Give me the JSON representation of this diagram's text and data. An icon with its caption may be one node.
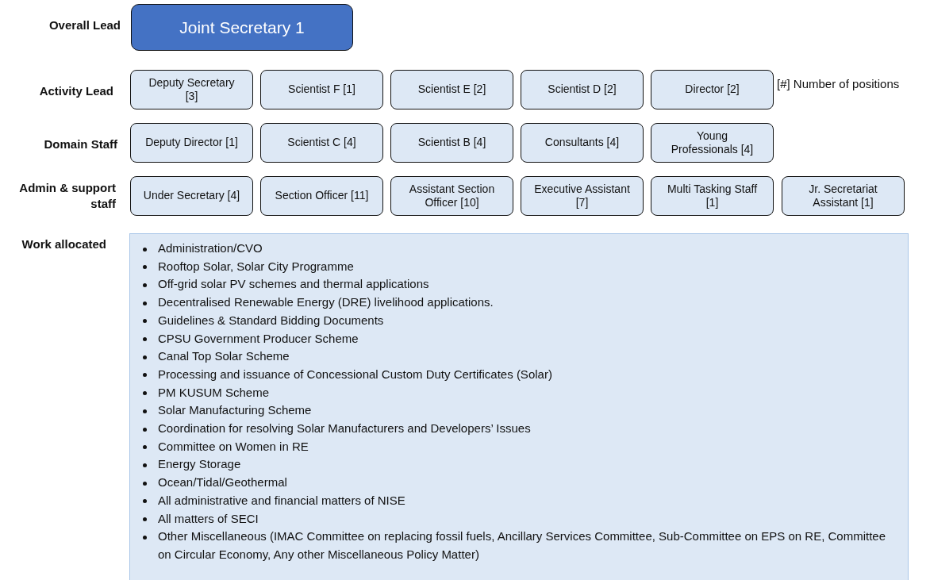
{
  "diagram": {
    "nodes": [
      {
        "text": [
          "Joint Secretary 1"
        ]
      },
      {
        "text": [
          "Deputy Secretary [3]"
        ]
      },
      {
        "text": [
          "Scientist F [1]"
        ]
      },
      {
        "text": [
          "Scientist E [2]"
        ]
      },
      {
        "text": [
          "Scientist D [2]"
        ]
      },
      {
        "text": [
          "Director [2]"
        ]
      },
      {
        "text": [
          "Deputy Director [1]"
        ]
      },
      {
        "text": [
          "Scientist C [4]"
        ]
      },
      {
        "text": [
          "Scientist B [4]"
        ]
      },
      {
        "text": [
          "Consultants [4]"
        ]
      },
      {
        "text": [
          "Young Professionals [4]"
        ]
      },
      {
        "text": [
          "Under Secretary [4]"
        ]
      },
      {
        "text": [
          "Section Officer [11]"
        ]
      },
      {
        "text": [
          "Assistant Section Officer [10]"
        ]
      },
      {
        "text": [
          "Executive Assistant [7]"
        ]
      },
      {
        "text": [
          "Multi Tasking Staff [1]"
        ]
      },
      {
        "text": [
          "Jr. Secretariat Assistant [1]"
        ]
      },
      {
        "text": [
          "Administration/CVO",
          "Rooftop Solar, Solar City Programme",
          "Off-grid solar PV schemes and thermal applications",
          "Decentralised Renewable Energy (DRE) livelihood applications.",
          "Guidelines & Standard Bidding Documents",
          "CPSU Government Producer Scheme",
          "Canal Top Solar Scheme",
          "Processing and issuance of Concessional Custom Duty Certificates (Solar)",
          "PM KUSUM Scheme",
          "Solar Manufacturing Scheme",
          "Coordination for resolving Solar Manufacturers and Developers’ Issues",
          "Committee on Women in RE",
          "Energy Storage",
          "Ocean/Tidal/Geothermal",
          "All administrative and financial matters of NISE",
          "All matters of SECI",
          "Other Miscellaneous (IMAC Committee on replacing fossil fuels, Ancillary Services Committee, Sub-Committee on EPS on RE, Committee on Circular Economy, Any other Miscellaneous Policy Matter)"
        ]
      }
    ],
    "labels": [
      "Overall Lead",
      "Activity Lead",
      "[#] Number of positions",
      "Domain Staff",
      "Admin & support staff",
      "Work allocated"
    ]
  }
}
